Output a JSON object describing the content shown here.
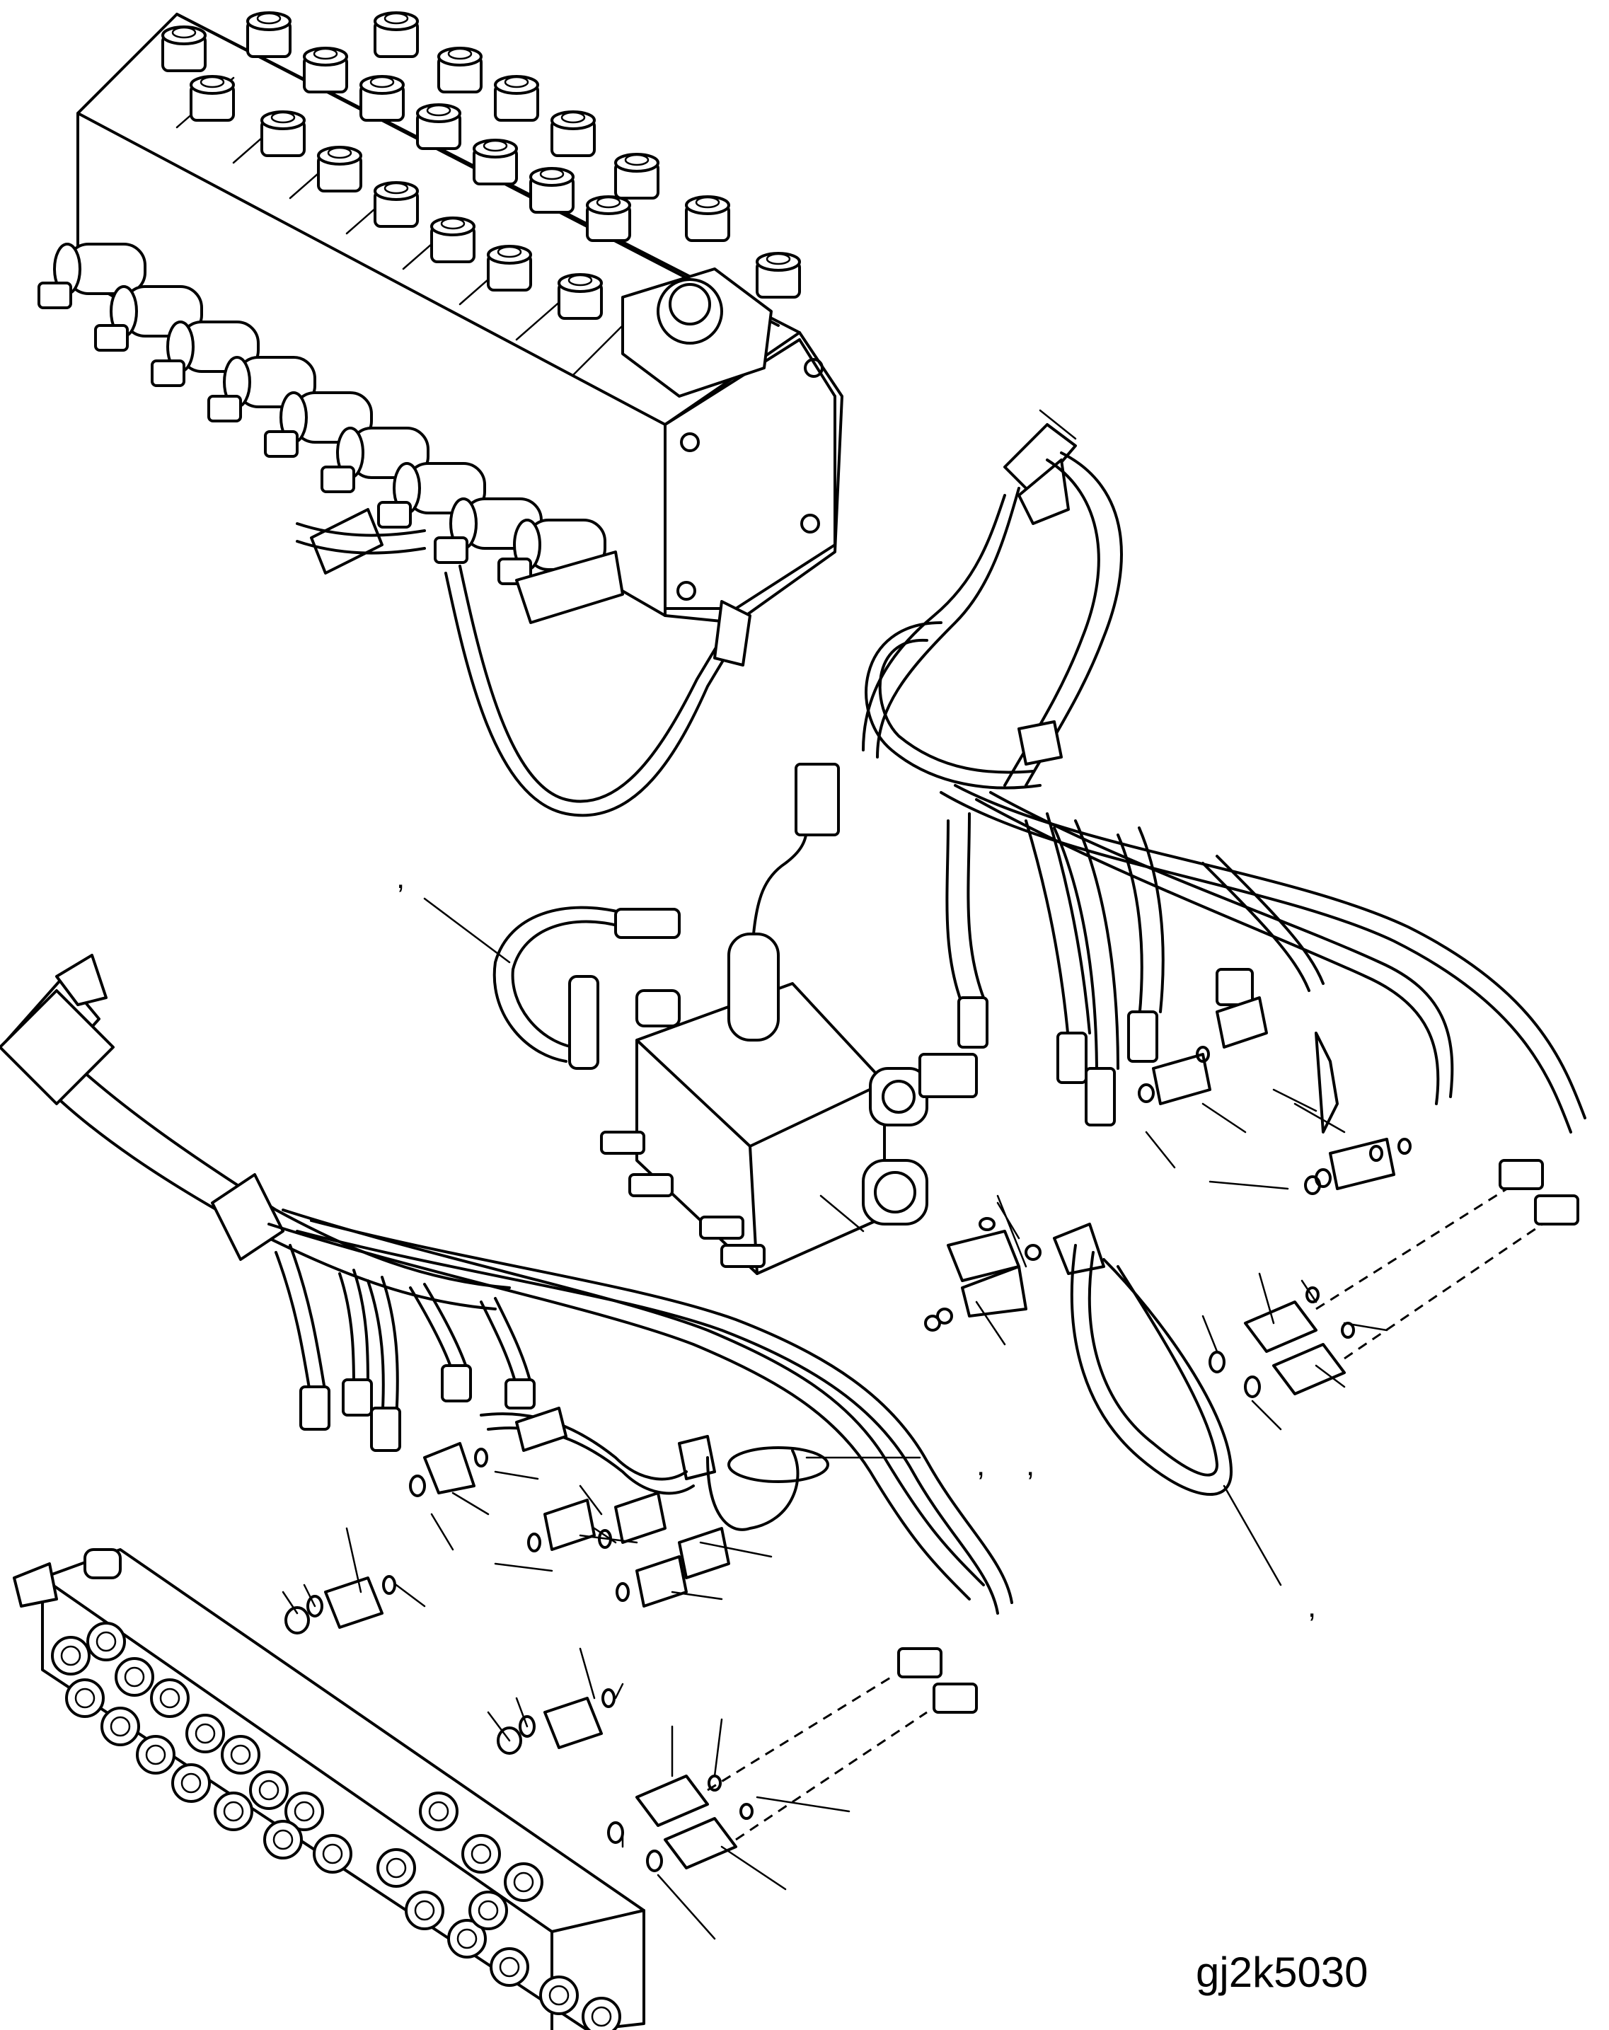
{
  "figure": {
    "id": "gj2k5030",
    "callout_marks": [
      ",",
      ",",
      ",",
      ","
    ]
  },
  "components": [
    {
      "name": "control-valve-block"
    },
    {
      "name": "solenoid-valve-assembly"
    },
    {
      "name": "pilot-manifold-block"
    },
    {
      "name": "hose-bundle-right"
    },
    {
      "name": "hose-bundle-left"
    },
    {
      "name": "loop-hose-right"
    },
    {
      "name": "loop-hose-center"
    }
  ]
}
